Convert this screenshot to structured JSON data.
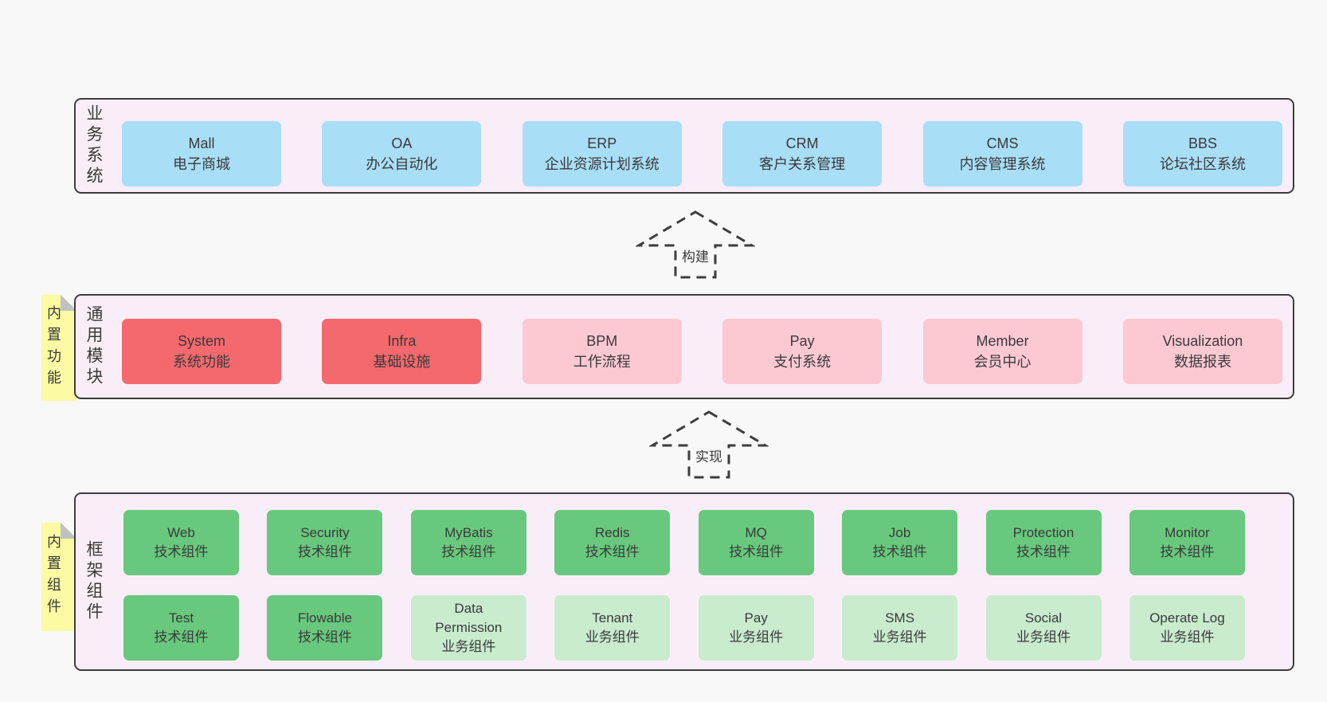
{
  "palette": {
    "page-bg": "#f8f8f8",
    "band-bg": "#f9eef8",
    "line": "#3d3d3d",
    "text": "#3a3a3a",
    "blue": "#a9def7",
    "red": "#f3696e",
    "pink": "#fcc9d3",
    "green": "#68c87d",
    "green-light": "#c9ebce",
    "sticky": "#fcfaa3",
    "fold": "#c1c1c1"
  },
  "business": {
    "label": "业务系统",
    "items": [
      {
        "name": "Mall",
        "desc": "电子商城",
        "variant": "blue"
      },
      {
        "name": "OA",
        "desc": "办公自动化",
        "variant": "blue"
      },
      {
        "name": "ERP",
        "desc": "企业资源计划系统",
        "variant": "blue"
      },
      {
        "name": "CRM",
        "desc": "客户关系管理",
        "variant": "blue"
      },
      {
        "name": "CMS",
        "desc": "内容管理系统",
        "variant": "blue"
      },
      {
        "name": "BBS",
        "desc": "论坛社区系统",
        "variant": "blue"
      }
    ]
  },
  "arrows": {
    "build": "构建",
    "implement": "实现"
  },
  "modules": {
    "label": "通用模块",
    "sticky": "内置功能",
    "items": [
      {
        "name": "System",
        "desc": "系统功能",
        "variant": "red"
      },
      {
        "name": "Infra",
        "desc": "基础设施",
        "variant": "red"
      },
      {
        "name": "BPM",
        "desc": "工作流程",
        "variant": "pink"
      },
      {
        "name": "Pay",
        "desc": "支付系统",
        "variant": "pink"
      },
      {
        "name": "Member",
        "desc": "会员中心",
        "variant": "pink"
      },
      {
        "name": "Visualization",
        "desc": "数据报表",
        "variant": "pink"
      }
    ]
  },
  "components": {
    "label": "框架组件",
    "sticky": "内置组件",
    "row1": [
      {
        "name": "Web",
        "desc": "技术组件",
        "variant": "green"
      },
      {
        "name": "Security",
        "desc": "技术组件",
        "variant": "green"
      },
      {
        "name": "MyBatis",
        "desc": "技术组件",
        "variant": "green"
      },
      {
        "name": "Redis",
        "desc": "技术组件",
        "variant": "green"
      },
      {
        "name": "MQ",
        "desc": "技术组件",
        "variant": "green"
      },
      {
        "name": "Job",
        "desc": "技术组件",
        "variant": "green"
      },
      {
        "name": "Protection",
        "desc": "技术组件",
        "variant": "green"
      },
      {
        "name": "Monitor",
        "desc": "技术组件",
        "variant": "green"
      }
    ],
    "row2": [
      {
        "name": "Test",
        "desc": "技术组件",
        "variant": "green"
      },
      {
        "name": "Flowable",
        "desc": "技术组件",
        "variant": "green"
      },
      {
        "name": "Data Permission",
        "desc": "业务组件",
        "variant": "green-light"
      },
      {
        "name": "Tenant",
        "desc": "业务组件",
        "variant": "green-light"
      },
      {
        "name": "Pay",
        "desc": "业务组件",
        "variant": "green-light"
      },
      {
        "name": "SMS",
        "desc": "业务组件",
        "variant": "green-light"
      },
      {
        "name": "Social",
        "desc": "业务组件",
        "variant": "green-light"
      },
      {
        "name": "Operate Log",
        "desc": "业务组件",
        "variant": "green-light"
      }
    ]
  }
}
